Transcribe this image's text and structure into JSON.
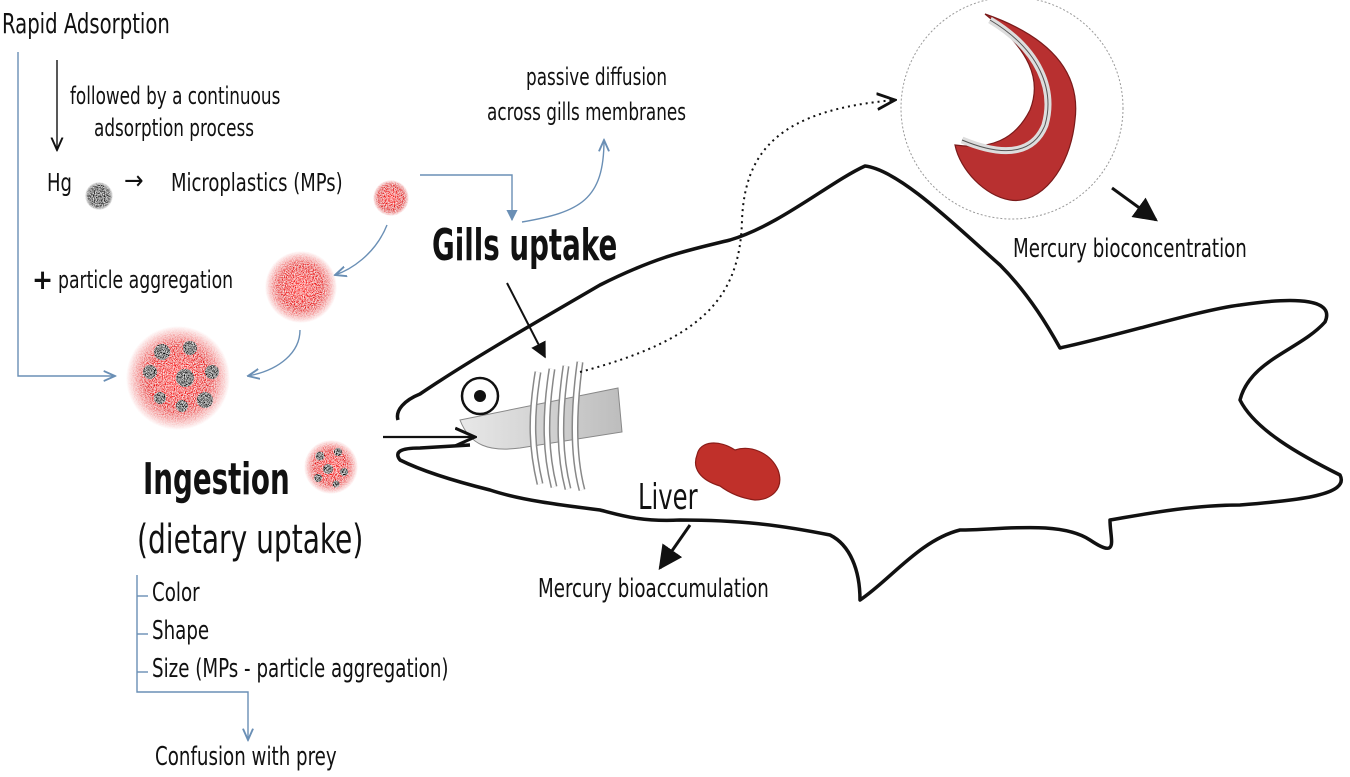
{
  "labels": {
    "rapid_adsorption": "Rapid Adsorption",
    "followed_by": "followed by a continuous",
    "adsorption_process": "adsorption process",
    "hg": "Hg",
    "arrow": "→",
    "microplastics": "Microplastics (MPs)",
    "plus": "+",
    "particle_aggregation": "particle aggregation",
    "passive_diffusion": "passive diffusion",
    "across_gills": "across gills membranes",
    "gills_uptake": "Gills uptake",
    "ingestion": "Ingestion",
    "dietary_uptake": "(dietary uptake)",
    "factors": [
      "Color",
      "Shape",
      "Size (MPs - particle aggregation)"
    ],
    "confusion": "Confusion with prey",
    "liver": "Liver",
    "bioaccumulation": "Mercury bioaccumulation",
    "bioconcentration": "Mercury bioconcentration"
  },
  "colors": {
    "flow_arrow": "#6a8fb5",
    "outline": "#111111",
    "particle_red": "#e01010",
    "mercury_black": "#1a1a1a",
    "gill_red": "#b83030",
    "liver_red": "#c0302a"
  },
  "icons": [
    "mercury-particle-icon",
    "microplastic-particle-icon",
    "aggregate-particle-icon",
    "fish-icon",
    "gill-arch-icon",
    "liver-icon"
  ]
}
